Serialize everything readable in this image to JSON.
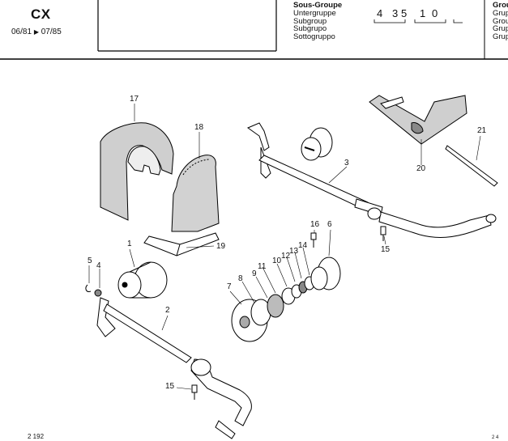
{
  "header": {
    "model": "CX",
    "date_from": "06/81",
    "date_to": "07/85",
    "subgroup_labels": [
      "Sous-Groupe",
      "Untergruppe",
      "Subgroup",
      "Subgrupo",
      "Sottogruppo"
    ],
    "group_labels": [
      "Grou",
      "Grup",
      "Grou",
      "Grup",
      "Grup"
    ],
    "subgroup_code_digits": [
      "4",
      "3",
      "5",
      "1",
      "0"
    ]
  },
  "callouts": {
    "c1": "1",
    "c2": "2",
    "c3": "3",
    "c4": "4",
    "c5": "5",
    "c6": "6",
    "c7": "7",
    "c8": "8",
    "c9": "9",
    "c10": "10",
    "c11": "11",
    "c12": "12",
    "c13": "13",
    "c14": "14",
    "c15a": "15",
    "c15b": "15",
    "c16": "16",
    "c17": "17",
    "c18": "18",
    "c19": "19",
    "c20": "20",
    "c21": "21"
  },
  "footer": {
    "page_number": "2 192",
    "page_right": "2 4"
  }
}
